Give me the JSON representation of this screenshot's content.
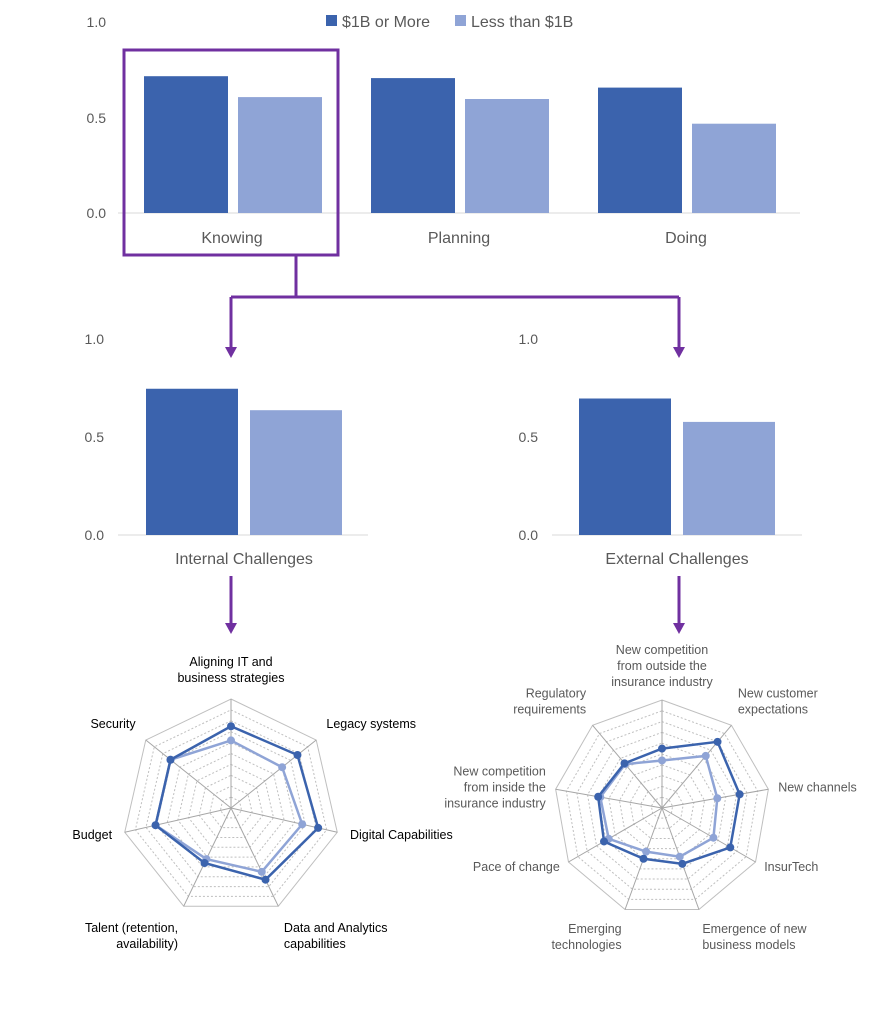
{
  "colors": {
    "series1": "#3b63ad",
    "series2": "#8fa4d6",
    "highlight": "#7030a0",
    "axis": "#d9d9d9",
    "grid": "#bfbfbf",
    "text": "#595959"
  },
  "legend": {
    "items": [
      {
        "label": "$1B or More",
        "color": "#3b63ad"
      },
      {
        "label": "Less than $1B",
        "color": "#8fa4d6"
      }
    ],
    "placement": "top-center"
  },
  "chart_data": [
    {
      "type": "bar",
      "categories": [
        "Knowing",
        "Planning",
        "Doing"
      ],
      "series": [
        {
          "name": "$1B or More",
          "values": [
            0.72,
            0.71,
            0.66
          ]
        },
        {
          "name": "Less than $1B",
          "values": [
            0.61,
            0.6,
            0.47
          ]
        }
      ],
      "yticks": [
        "0.0",
        "0.5",
        "1.0"
      ],
      "ylim": [
        0,
        1
      ],
      "highlighted_category": "Knowing"
    },
    {
      "type": "bar",
      "categories": [
        "Internal Challenges"
      ],
      "series": [
        {
          "name": "$1B or More",
          "values": [
            0.75
          ]
        },
        {
          "name": "Less than $1B",
          "values": [
            0.64
          ]
        }
      ],
      "yticks": [
        "0.0",
        "0.5",
        "1.0"
      ],
      "ylim": [
        0,
        1
      ]
    },
    {
      "type": "bar",
      "categories": [
        "External Challenges"
      ],
      "series": [
        {
          "name": "$1B or More",
          "values": [
            0.7
          ]
        },
        {
          "name": "Less than $1B",
          "values": [
            0.58
          ]
        }
      ],
      "yticks": [
        "0.0",
        "0.5",
        "1.0"
      ],
      "ylim": [
        0,
        1
      ]
    },
    {
      "type": "radar",
      "axes": [
        [
          "Aligning IT and",
          "business strategies"
        ],
        [
          "Legacy systems"
        ],
        [
          "Digital Capabilities"
        ],
        [
          "Data and Analytics",
          "capabilities"
        ],
        [
          "Talent (retention,",
          "availability)"
        ],
        [
          "Budget"
        ],
        [
          "Security"
        ]
      ],
      "series": [
        {
          "name": "$1B or More",
          "values": [
            0.75,
            0.78,
            0.82,
            0.73,
            0.56,
            0.71,
            0.71
          ]
        },
        {
          "name": "Less than $1B",
          "values": [
            0.62,
            0.6,
            0.67,
            0.65,
            0.52,
            0.71,
            0.71
          ]
        }
      ],
      "rmax": 1,
      "rings": 10
    },
    {
      "type": "radar",
      "axes": [
        [
          "New competition",
          "from outside the",
          "insurance industry"
        ],
        [
          "New customer",
          "expectations"
        ],
        [
          "New channels"
        ],
        [
          "InsurTech"
        ],
        [
          "Emergence of new",
          "business models"
        ],
        [
          "Emerging",
          "technologies"
        ],
        [
          "Pace of change"
        ],
        [
          "New competition",
          "from inside the",
          "insurance industry"
        ],
        [
          "Regulatory",
          "requirements"
        ]
      ],
      "series": [
        {
          "name": "$1B or More",
          "values": [
            0.55,
            0.8,
            0.73,
            0.73,
            0.55,
            0.5,
            0.62,
            0.6,
            0.54
          ]
        },
        {
          "name": "Less than $1B",
          "values": [
            0.44,
            0.63,
            0.52,
            0.55,
            0.48,
            0.43,
            0.57,
            0.58,
            0.53
          ]
        }
      ],
      "rmax": 1,
      "rings": 10
    }
  ]
}
